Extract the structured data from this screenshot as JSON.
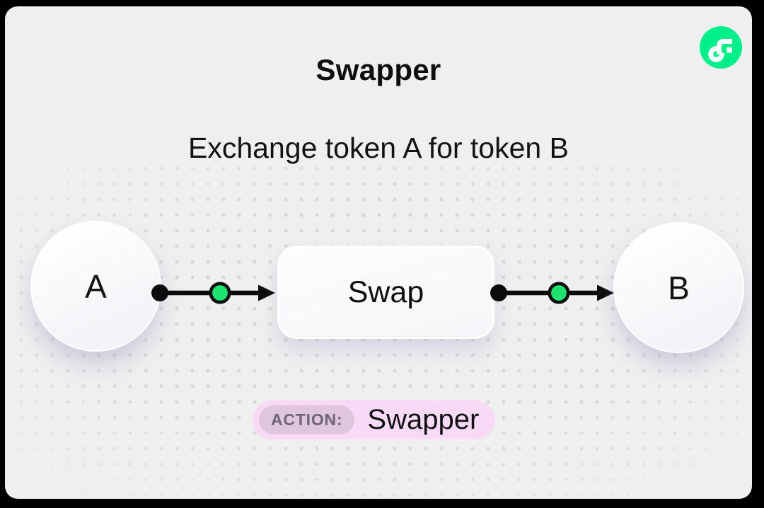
{
  "header": {
    "title": "Swapper",
    "subtitle": "Exchange token A for token B"
  },
  "logo": {
    "icon": "flow-logo",
    "color": "#00EF8B"
  },
  "diagram": {
    "input_label": "A",
    "process_label": "Swap",
    "output_label": "B",
    "line_color": "#0B0B0B",
    "relay_node_color": "#1EE26E"
  },
  "action_badge": {
    "label": "ACTION:",
    "value": "Swapper",
    "background": "#F8DAF6",
    "label_background": "#DFC5DD",
    "label_text_color": "#6E6575"
  },
  "canvas": {
    "card_background": "#EFEFEF",
    "frame_color": "#000000",
    "dot_color": "#D7D7D9"
  }
}
